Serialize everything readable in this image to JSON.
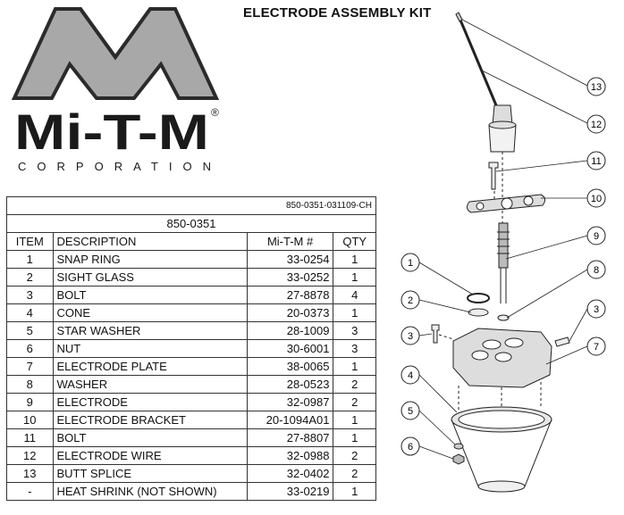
{
  "logo": {
    "brand": "Mi-T-M",
    "registered": "®",
    "tagline": "CORPORATION",
    "colors": {
      "mark_gray": "#a8a8a8",
      "outline": "#2b2b2b",
      "text": "#1a1a1a"
    }
  },
  "title": "ELECTRODE ASSEMBLY KIT",
  "table": {
    "doc_code": "850-0351-031109-CH",
    "kit_number": "850-0351",
    "headers": {
      "item": "ITEM",
      "description": "DESCRIPTION",
      "part": "Mi-T-M #",
      "qty": "QTY"
    },
    "rows": [
      {
        "item": "1",
        "description": "SNAP RING",
        "part": "33-0254",
        "qty": "1"
      },
      {
        "item": "2",
        "description": "SIGHT GLASS",
        "part": "33-0252",
        "qty": "1"
      },
      {
        "item": "3",
        "description": "BOLT",
        "part": "27-8878",
        "qty": "4"
      },
      {
        "item": "4",
        "description": "CONE",
        "part": "20-0373",
        "qty": "1"
      },
      {
        "item": "5",
        "description": "STAR WASHER",
        "part": "28-1009",
        "qty": "3"
      },
      {
        "item": "6",
        "description": "NUT",
        "part": "30-6001",
        "qty": "3"
      },
      {
        "item": "7",
        "description": "ELECTRODE PLATE",
        "part": "38-0065",
        "qty": "1"
      },
      {
        "item": "8",
        "description": "WASHER",
        "part": "28-0523",
        "qty": "2"
      },
      {
        "item": "9",
        "description": "ELECTRODE",
        "part": "32-0987",
        "qty": "2"
      },
      {
        "item": "10",
        "description": "ELECTRODE BRACKET",
        "part": "20-1094A01",
        "qty": "1"
      },
      {
        "item": "11",
        "description": "BOLT",
        "part": "27-8807",
        "qty": "1"
      },
      {
        "item": "12",
        "description": "ELECTRODE WIRE",
        "part": "32-0988",
        "qty": "2"
      },
      {
        "item": "13",
        "description": "BUTT SPLICE",
        "part": "32-0402",
        "qty": "2"
      },
      {
        "item": "-",
        "description": "HEAT SHRINK (NOT SHOWN)",
        "part": "33-0219",
        "qty": "1"
      }
    ]
  },
  "diagram": {
    "callouts": [
      "13",
      "12",
      "11",
      "10",
      "9",
      "8",
      "1",
      "2",
      "3",
      "3",
      "7",
      "4",
      "5",
      "6"
    ]
  }
}
